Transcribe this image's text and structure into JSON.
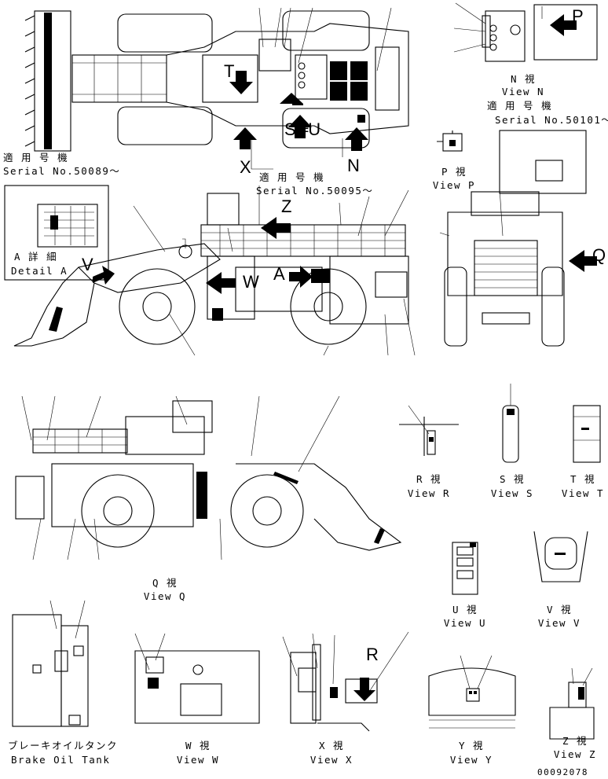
{
  "serial_labels": {
    "top_left_jp": "適 用 号 機",
    "top_left_en": "Serial No.50089〜",
    "top_mid_jp": "適 用 号 機",
    "top_mid_en": "Serial No.50095〜",
    "top_right_jp": "適 用 号 機",
    "top_right_en": "Serial No.50101〜"
  },
  "views": {
    "n_jp": "N  視",
    "n_en": "View N",
    "p_jp": "P  視",
    "p_en": "View P",
    "detail_a_jp": "A 詳 細",
    "detail_a_en": "Detail A",
    "r_jp": "R  視",
    "r_en": "View R",
    "s_jp": "S  視",
    "s_en": "View S",
    "t_jp": "T  視",
    "t_en": "View T",
    "q_jp": "Q  視",
    "q_en": "View Q",
    "u_jp": "U  視",
    "u_en": "View U",
    "v_jp": "V  視",
    "v_en": "View V",
    "brake_jp": "ブレーキオイルタンク",
    "brake_en": "Brake Oil Tank",
    "w_jp": "W  視",
    "w_en": "View W",
    "x_jp": "X  視",
    "x_en": "View X",
    "y_jp": "Y  視",
    "y_en": "View Y",
    "z_jp": "Z  視",
    "z_en": "View Z"
  },
  "arrow_letters": {
    "t": "T",
    "s_eq_u": "S═U",
    "x": "X",
    "n": "N",
    "p": "P",
    "z": "Z",
    "w": "W",
    "a": "A",
    "v": "V",
    "q": "Q",
    "r": "R"
  },
  "drawing_number": "00092078"
}
